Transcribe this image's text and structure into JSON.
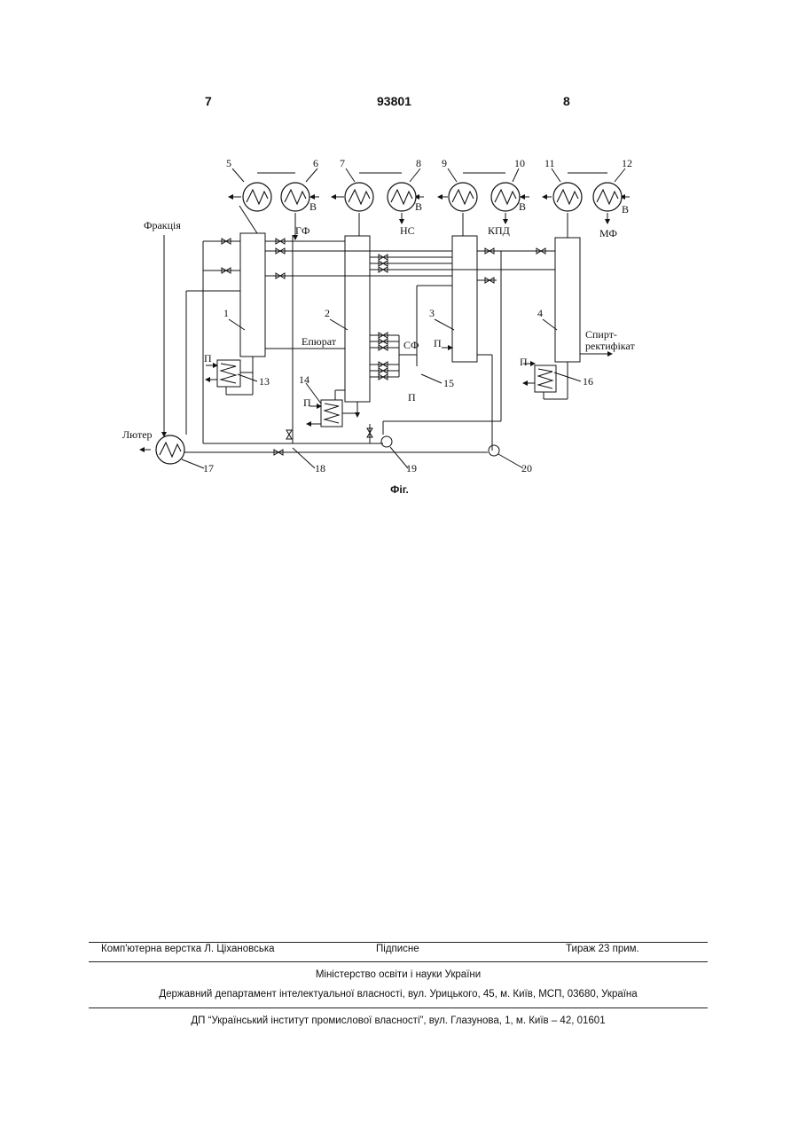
{
  "header": {
    "left_page": "7",
    "patent_number": "93801",
    "right_page": "8"
  },
  "figure": {
    "caption": "Фіг.",
    "stream_labels": {
      "fraction": "Фракція",
      "gf": "ГФ",
      "ns": "НС",
      "kpd": "КПД",
      "mf": "МФ",
      "epyurat": "Епюрат",
      "sf": "СФ",
      "lyuter": "Лютер",
      "rectified_line1": "Спирт-",
      "rectified_line2": "ректифікат"
    },
    "utility_labels": {
      "water_1": "В",
      "water_2": "В",
      "water_3": "В",
      "water_4": "В",
      "steam_1": "П",
      "steam_2": "П",
      "steam_3": "П",
      "steam_4": "П",
      "steam_5": "П"
    },
    "equipment_numbers": {
      "n1": "1",
      "n2": "2",
      "n3": "3",
      "n4": "4",
      "n5": "5",
      "n6": "6",
      "n7": "7",
      "n8": "8",
      "n9": "9",
      "n10": "10",
      "n11": "11",
      "n12": "12",
      "n13": "13",
      "n14": "14",
      "n15": "15",
      "n16": "16",
      "n17": "17",
      "n18": "18",
      "n19": "19",
      "n20": "20"
    }
  },
  "footer": {
    "layout": "Комп'ютерна верстка Л. Ціхановська",
    "signed": "Підписне",
    "circulation": "Тираж 23 прим.",
    "ministry": "Міністерство освіти і науки України",
    "department": "Державний департамент інтелектуальної власності, вул. Урицького, 45, м. Київ, МСП, 03680, Україна",
    "institute": "ДП “Український інститут промислової власності”, вул. Глазунова, 1, м. Київ – 42, 01601"
  }
}
